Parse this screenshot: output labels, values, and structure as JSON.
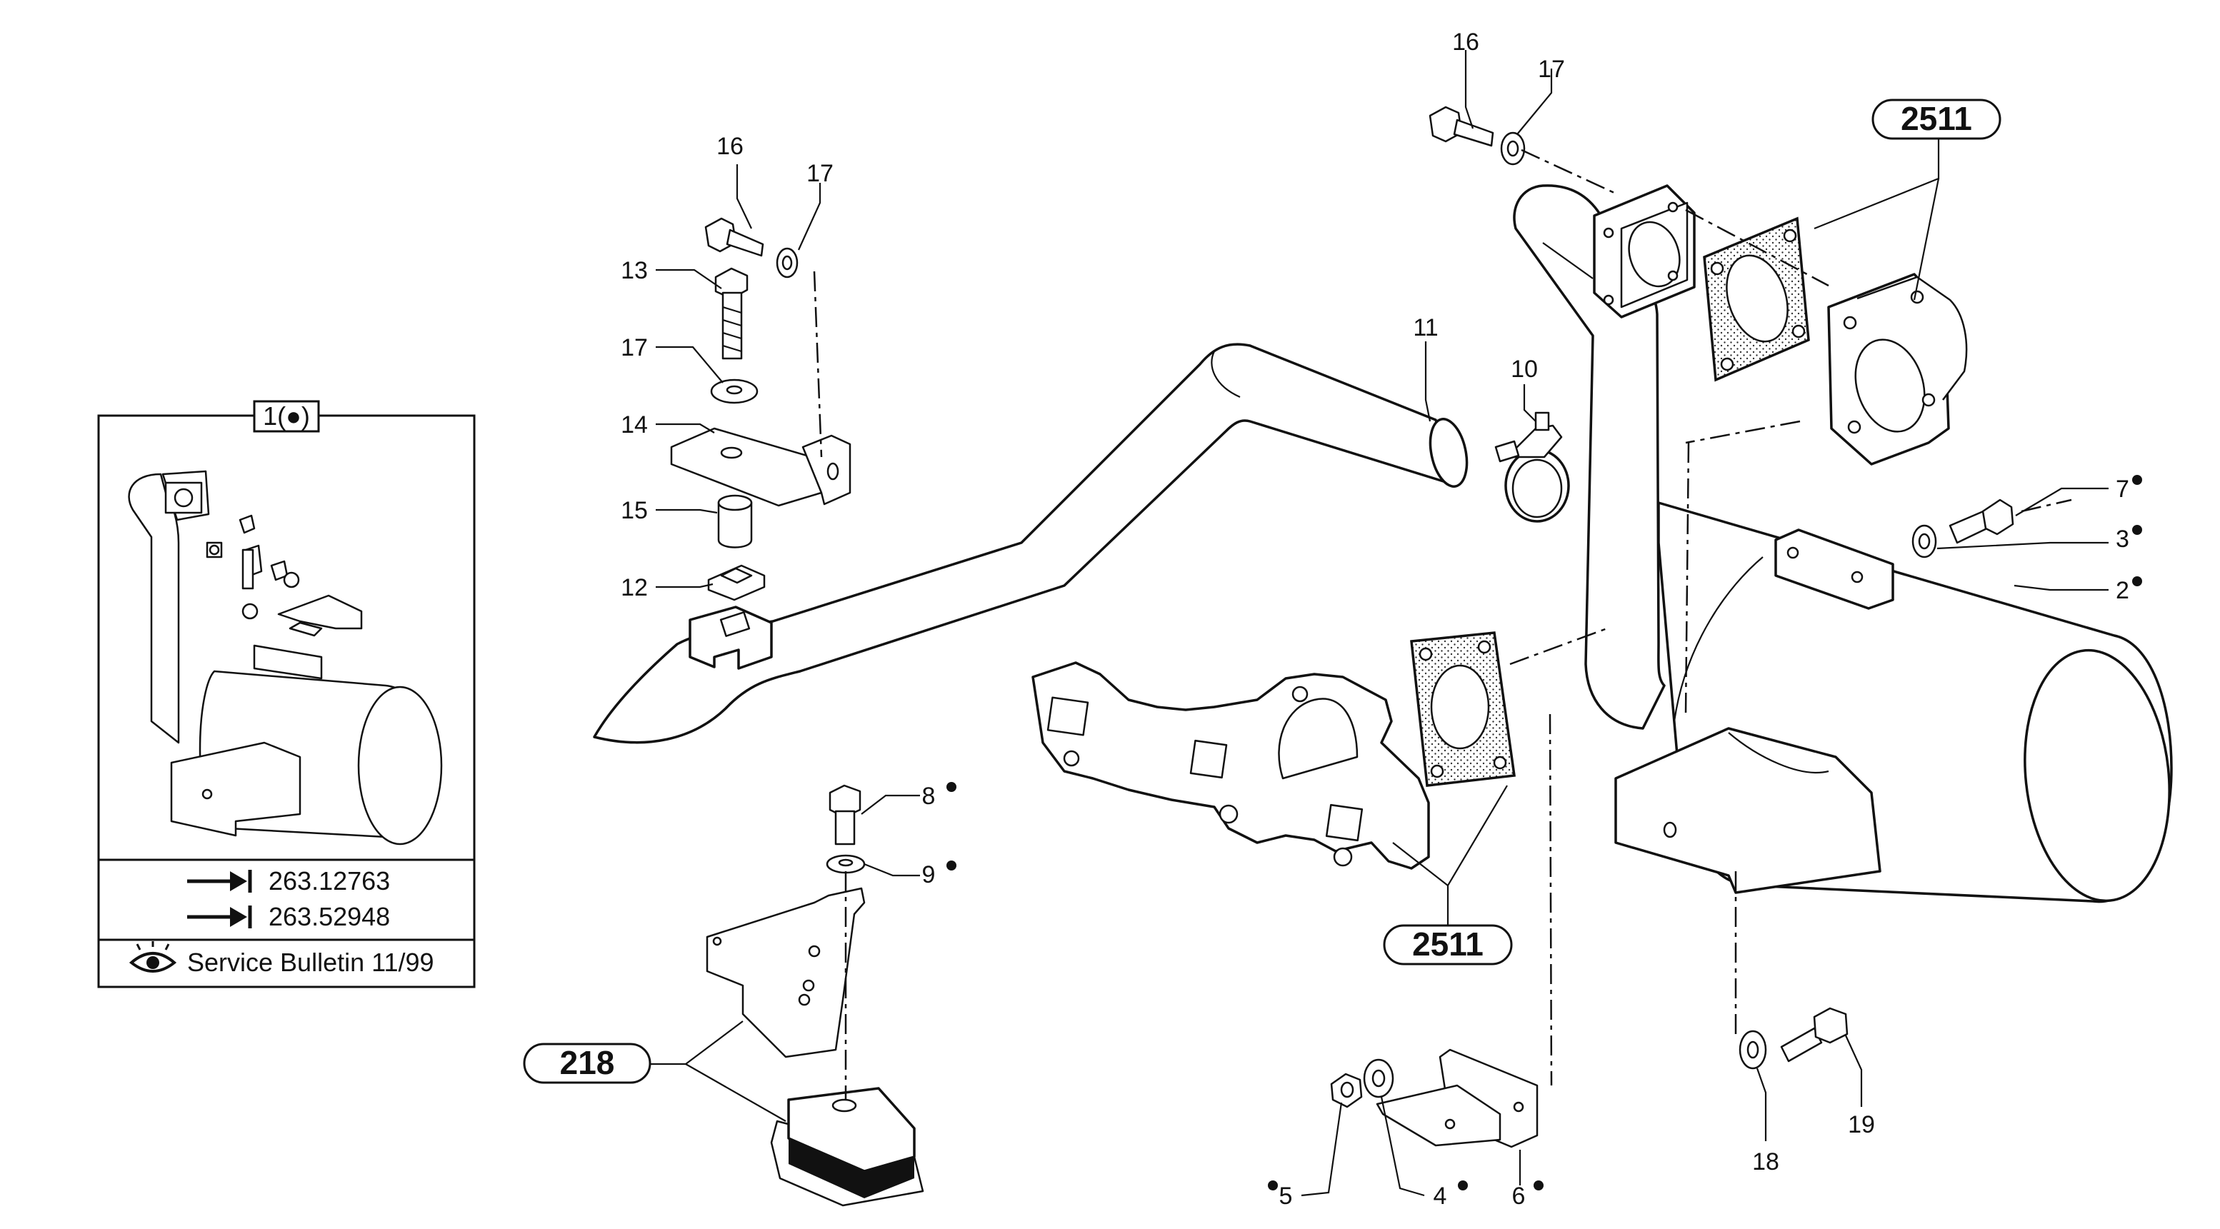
{
  "diagram": {
    "callouts": [
      {
        "id": "c16a",
        "text": "16"
      },
      {
        "id": "c17a",
        "text": "17"
      },
      {
        "id": "c13",
        "text": "13"
      },
      {
        "id": "c17b",
        "text": "17"
      },
      {
        "id": "c14",
        "text": "14"
      },
      {
        "id": "c15",
        "text": "15"
      },
      {
        "id": "c12",
        "text": "12"
      },
      {
        "id": "c11",
        "text": "11"
      },
      {
        "id": "c10",
        "text": "10"
      },
      {
        "id": "c16b",
        "text": "16"
      },
      {
        "id": "c17c",
        "text": "17"
      },
      {
        "id": "c7",
        "text": "7"
      },
      {
        "id": "c3",
        "text": "3"
      },
      {
        "id": "c2",
        "text": "2"
      },
      {
        "id": "c8",
        "text": "8"
      },
      {
        "id": "c9",
        "text": "9"
      },
      {
        "id": "c5",
        "text": "5"
      },
      {
        "id": "c4",
        "text": "4"
      },
      {
        "id": "c6",
        "text": "6"
      },
      {
        "id": "c18",
        "text": "18"
      },
      {
        "id": "c19",
        "text": "19"
      }
    ],
    "reference_groups": [
      {
        "id": "ref-2511-top",
        "text": "2511"
      },
      {
        "id": "ref-2511-bottom",
        "text": "2511"
      },
      {
        "id": "ref-218",
        "text": "218"
      }
    ],
    "variant_box": {
      "header": "1(●)",
      "serial_rows": [
        {
          "icon": "arrow-bar-icon",
          "text": "263.12763"
        },
        {
          "icon": "arrow-bar-icon",
          "text": "263.52948"
        }
      ],
      "bulletin": {
        "icon": "eye-icon",
        "text": "Service Bulletin 11/99"
      }
    }
  }
}
